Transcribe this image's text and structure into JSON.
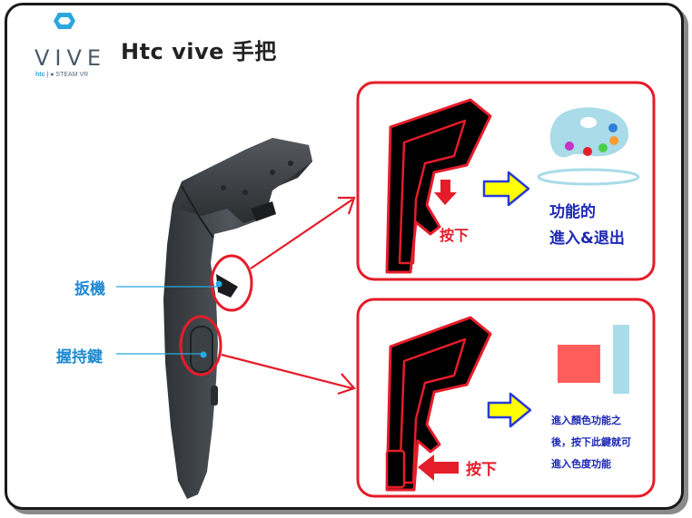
{
  "header": {
    "logo_word": "VIVE",
    "logo_sub_brand": "htc",
    "logo_sub_product": "STEAM VR",
    "title": "Htc vive 手把"
  },
  "callouts": {
    "trigger_label": "扳機",
    "grip_label": "握持鍵"
  },
  "panels": {
    "top": {
      "press_label": "按下",
      "desc_line1": "功能的",
      "desc_line2": "進入&退出"
    },
    "bottom": {
      "press_label": "按下",
      "desc_line1": "進入顏色功能之",
      "desc_line2": "後，按下此鍵就可",
      "desc_line3": "進入色度功能"
    }
  },
  "colors": {
    "accent_red": "#e51c2a",
    "label_blue": "#1f8ad0",
    "text_navy": "#1d28b4",
    "arrow_yellow": "#ffff00",
    "swatch_red": "#ff5c5c",
    "swatch_blue": "#a9dbe9"
  },
  "icons": [
    "vive-logo-icon",
    "steamvr-icon",
    "palette-icon",
    "down-arrow-icon",
    "left-arrow-icon",
    "right-arrow-icon"
  ]
}
